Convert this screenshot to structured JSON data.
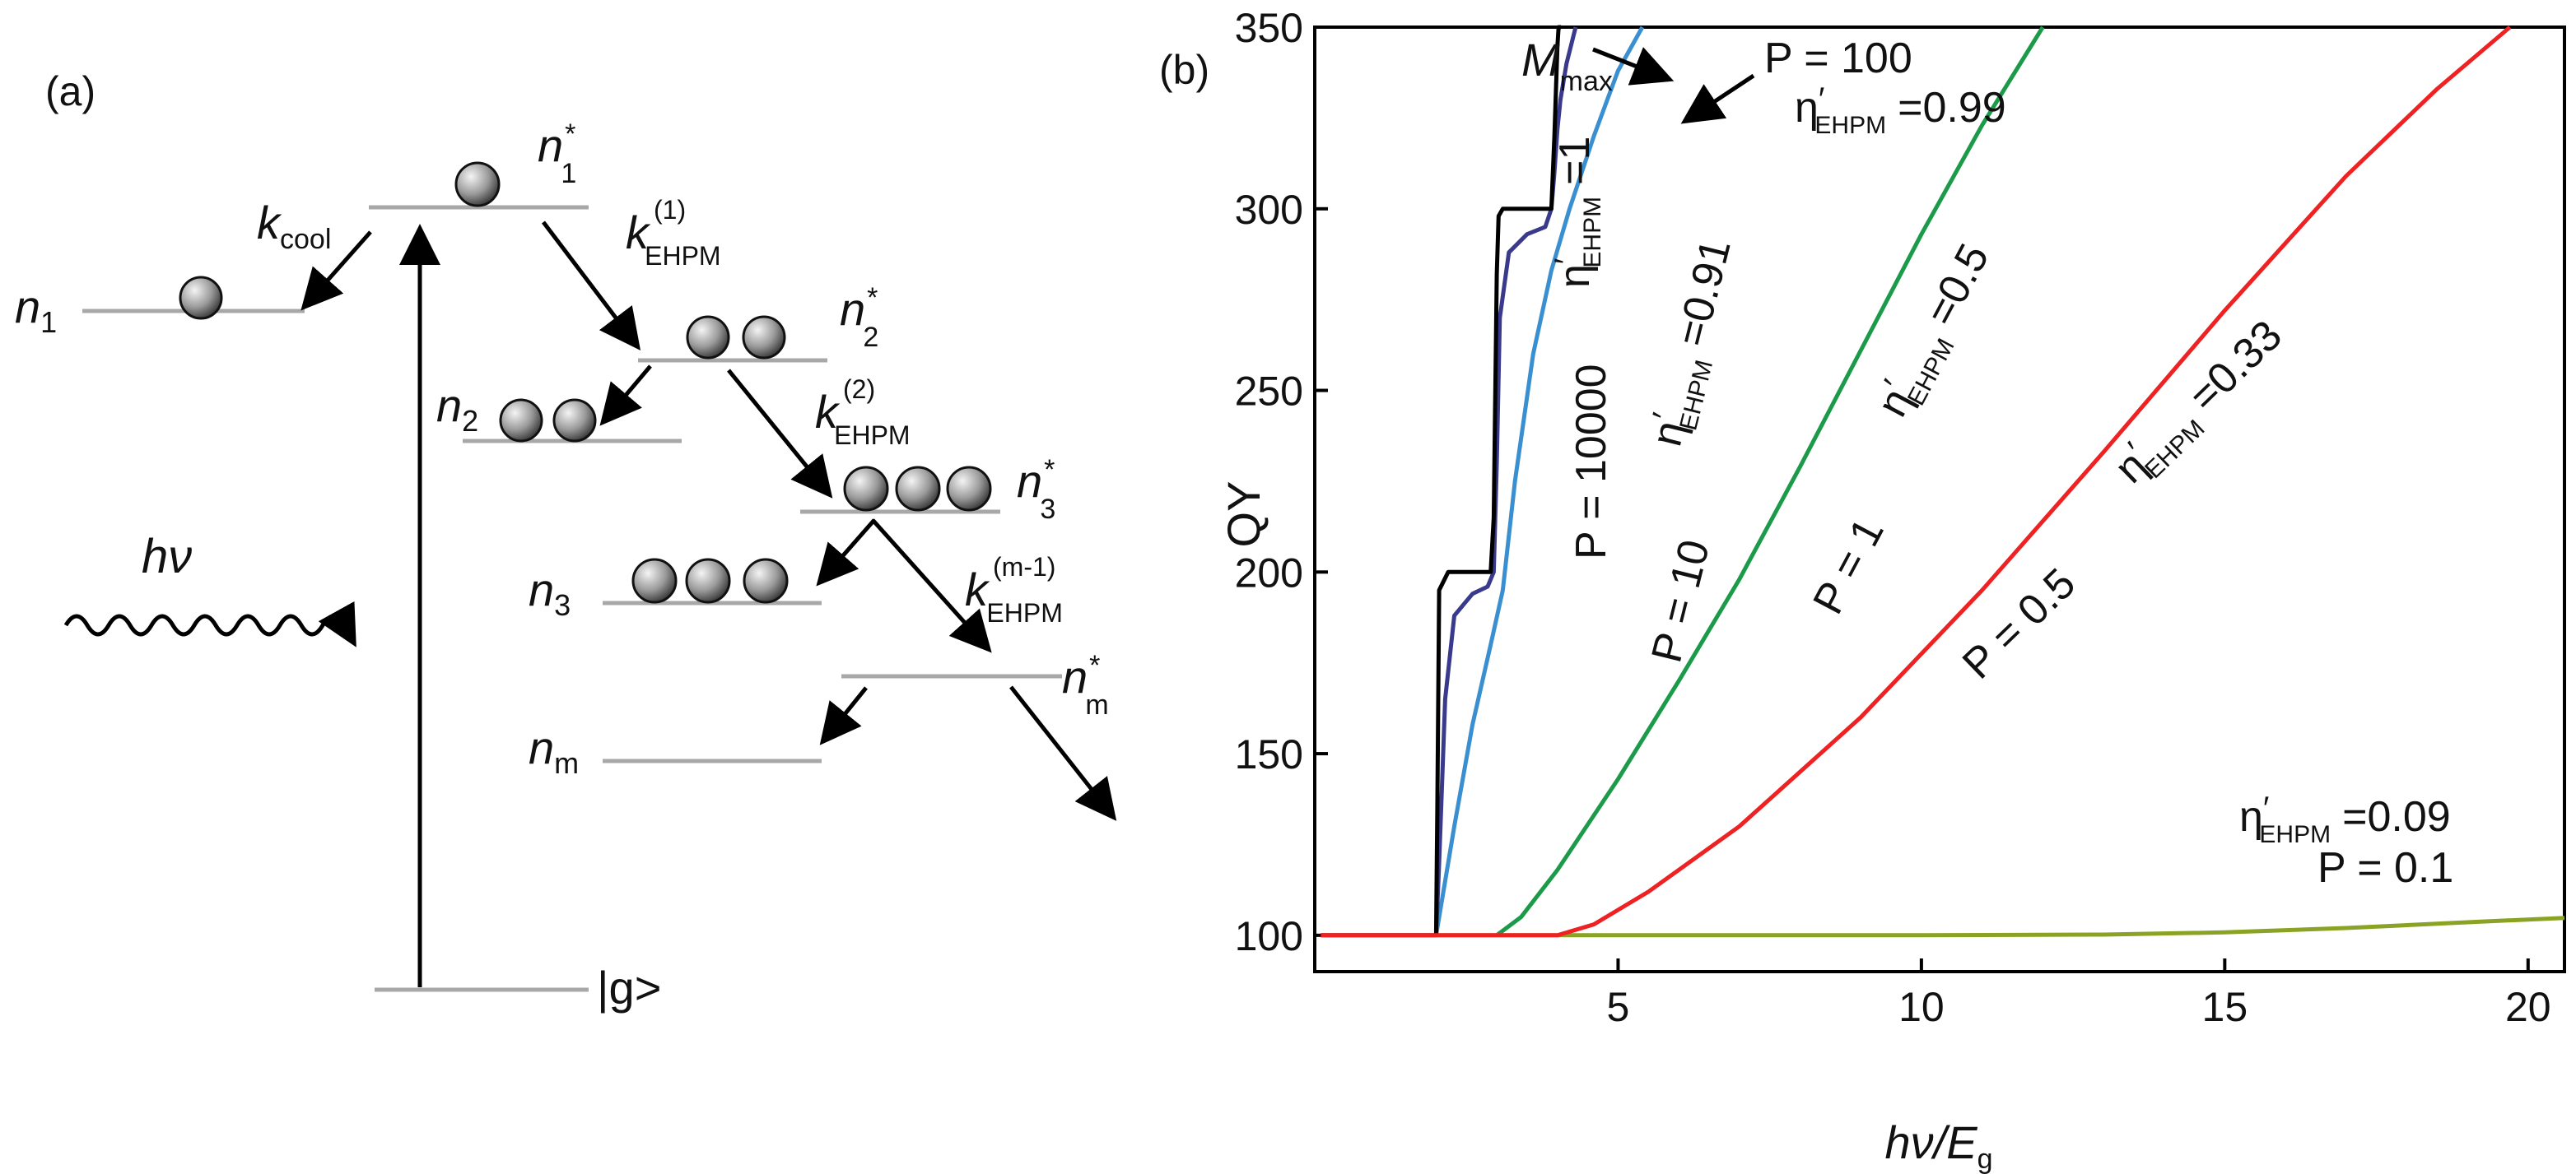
{
  "panel_a": {
    "label": "(a)",
    "levels": {
      "n1": {
        "sym": "n",
        "sub": "1"
      },
      "n1_star": {
        "sym": "n",
        "sup": "*",
        "sub": "1"
      },
      "n2": {
        "sym": "n",
        "sub": "2"
      },
      "n2_star": {
        "sym": "n",
        "sup": "*",
        "sub": "2"
      },
      "n3": {
        "sym": "n",
        "sub": "3"
      },
      "n3_star": {
        "sym": "n",
        "sup": "*",
        "sub": "3"
      },
      "nm": {
        "sym": "n",
        "sub": "m"
      },
      "nm_star": {
        "sym": "n",
        "sup": "*",
        "sub": "m"
      },
      "ground": "|g>"
    },
    "rates": {
      "k_cool": {
        "sym": "k",
        "sub": "cool"
      },
      "k1": {
        "sym": "k",
        "sup": "(1)",
        "sub": "EHPM"
      },
      "k2": {
        "sym": "k",
        "sup": "(2)",
        "sub": "EHPM"
      },
      "km": {
        "sym": "k",
        "sup": "(m-1)",
        "sub": "EHPM"
      }
    },
    "photon": "hν",
    "colors": {
      "level": "#a8a8a8",
      "arrow": "#000000"
    }
  },
  "panel_b": {
    "label": "(b)",
    "mmax": {
      "sym": "M",
      "sub": "max"
    },
    "annotations": {
      "eta_sym": "η",
      "prime": "′",
      "eta_sub": "EHPM",
      "eta_1": "=1",
      "eta_099": "=0.99",
      "eta_091": "=0.91",
      "eta_05": "=0.5",
      "eta_033": "=0.33",
      "eta_009": "=0.09",
      "p_100": "P = 100",
      "p_10000": "P = 10000",
      "p_10": "P = 10",
      "p_1": "P = 1",
      "p_05": "P = 0.5",
      "p_01": "P = 0.1"
    }
  },
  "chart_data": {
    "type": "line",
    "title": "",
    "xlabel": {
      "sym": "hν/E",
      "sub": "g"
    },
    "ylabel": "QY",
    "xlim": [
      0,
      20.6
    ],
    "ylim": [
      90,
      350
    ],
    "xticks": [
      "5",
      "10",
      "15",
      "20"
    ],
    "xtick_values": [
      5,
      10,
      15,
      20
    ],
    "yticks": [
      "100",
      "150",
      "200",
      "250",
      "300",
      "350"
    ],
    "ytick_values": [
      100,
      150,
      200,
      250,
      300,
      350
    ],
    "grid": false,
    "series": [
      {
        "id": "p10000",
        "color": "#000000",
        "x": [
          0.1,
          2.0,
          2.02,
          2.05,
          2.2,
          2.5,
          2.9,
          2.95,
          3.0,
          3.03,
          3.1,
          3.4,
          3.9,
          3.95,
          4.0,
          4.02,
          4.05,
          4.06
        ],
        "y": [
          100,
          100,
          135,
          195,
          200,
          200,
          200,
          215,
          282,
          298,
          300,
          300,
          300,
          320,
          345,
          350,
          350,
          350
        ]
      },
      {
        "id": "p100",
        "color": "#3a3a8c",
        "x": [
          2.0,
          2.05,
          2.15,
          2.3,
          2.6,
          2.85,
          2.95,
          3.0,
          3.05,
          3.2,
          3.5,
          3.8,
          3.9,
          3.95,
          4.0,
          4.05,
          4.15,
          4.3
        ],
        "y": [
          100,
          120,
          165,
          188,
          194,
          196,
          200,
          230,
          270,
          288,
          293,
          295,
          300,
          310,
          322,
          330,
          340,
          350
        ]
      },
      {
        "id": "p10",
        "color": "#3a8fd0",
        "x": [
          2.0,
          2.3,
          2.6,
          2.9,
          3.1,
          3.3,
          3.6,
          3.9,
          4.2,
          4.6,
          5.0,
          5.4
        ],
        "y": [
          100,
          130,
          158,
          180,
          195,
          225,
          260,
          283,
          300,
          320,
          338,
          350
        ]
      },
      {
        "id": "p1",
        "color": "#1b9a4a",
        "x": [
          3.0,
          3.4,
          4.0,
          5.0,
          6.0,
          7.0,
          8.0,
          9.0,
          10.0,
          11.0,
          12.0
        ],
        "y": [
          100,
          105,
          118,
          143,
          170,
          198,
          229,
          261,
          293,
          323,
          350
        ]
      },
      {
        "id": "p05",
        "color": "#ee2222",
        "x": [
          0.1,
          4.0,
          4.6,
          5.5,
          7.0,
          9.0,
          11.0,
          13.0,
          15.0,
          17.0,
          18.5,
          19.7
        ],
        "y": [
          100,
          100,
          103,
          112,
          130,
          160,
          195,
          233,
          272,
          309,
          333,
          350
        ]
      },
      {
        "id": "p01",
        "color": "#8aa324",
        "x": [
          2.0,
          6.0,
          10.0,
          13.0,
          15.0,
          17.0,
          19.0,
          20.6
        ],
        "y": [
          100,
          100,
          100,
          100.2,
          100.8,
          102,
          103.6,
          104.8
        ]
      }
    ]
  }
}
